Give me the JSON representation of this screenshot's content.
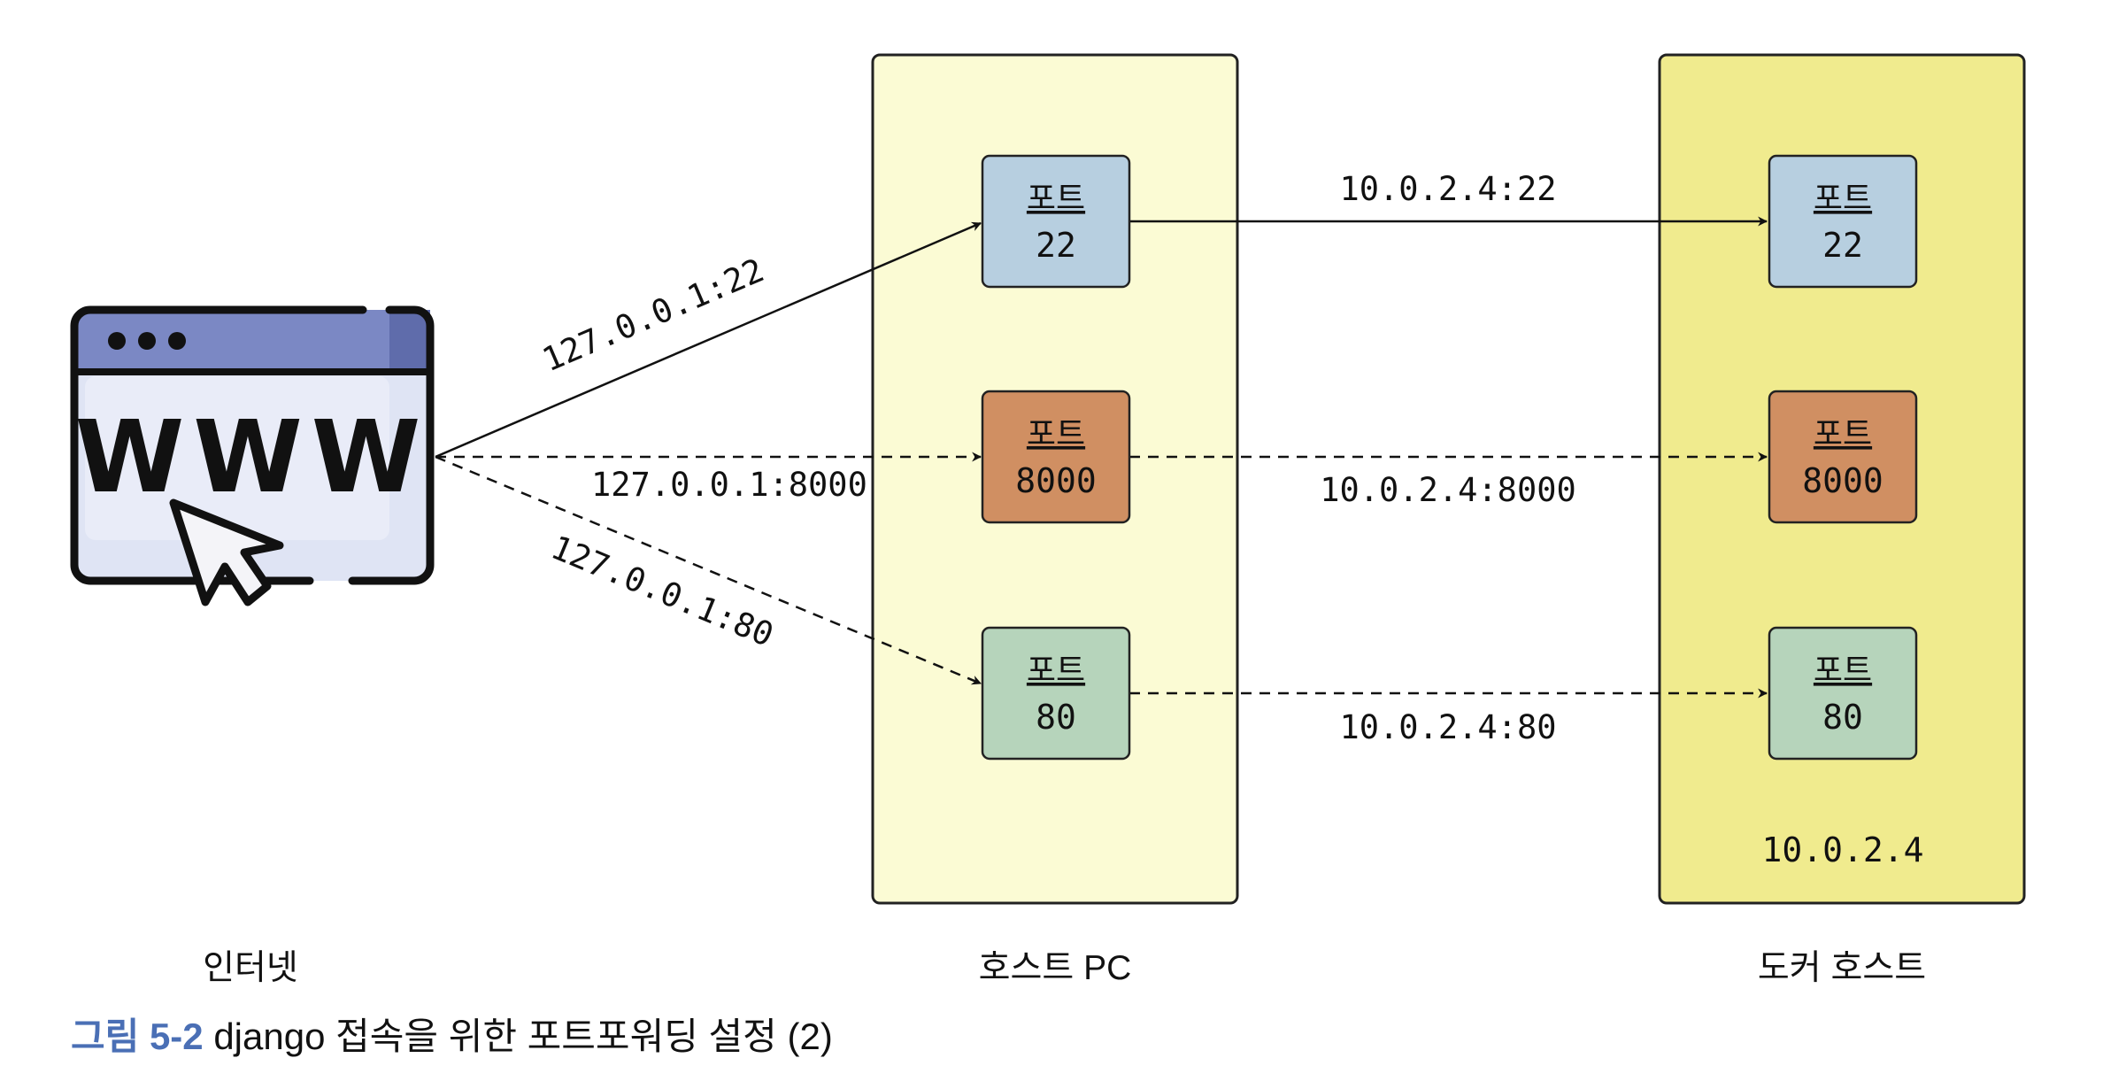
{
  "diagram": {
    "columns": {
      "internet": {
        "label": "인터넷"
      },
      "host_pc": {
        "label": "호스트 PC"
      },
      "docker_host": {
        "label": "도커 호스트",
        "ip": "10.0.2.4"
      }
    },
    "host_ports": [
      {
        "label": "포트",
        "number": "22",
        "color": "#b7cfe0"
      },
      {
        "label": "포트",
        "number": "8000",
        "color": "#d08f62"
      },
      {
        "label": "포트",
        "number": "80",
        "color": "#b6d4bb"
      }
    ],
    "docker_ports": [
      {
        "label": "포트",
        "number": "22",
        "color": "#b7cfe0"
      },
      {
        "label": "포트",
        "number": "8000",
        "color": "#d08f62"
      },
      {
        "label": "포트",
        "number": "80",
        "color": "#b6d4bb"
      }
    ],
    "inbound_links": [
      {
        "label": "127.0.0.1:22",
        "style": "solid"
      },
      {
        "label": "127.0.0.1:8000",
        "style": "dashed"
      },
      {
        "label": "127.0.0.1:80",
        "style": "dashed"
      }
    ],
    "forward_links": [
      {
        "label": "10.0.2.4:22",
        "style": "solid"
      },
      {
        "label": "10.0.2.4:8000",
        "style": "dashed"
      },
      {
        "label": "10.0.2.4:80",
        "style": "dashed"
      }
    ],
    "browser_icon": {
      "icon": "www-browser-cursor-icon",
      "text": "WWW"
    }
  },
  "caption": {
    "figure_number": "그림 5-2",
    "text": " django 접속을 위한 포트포워딩 설정 (2)"
  },
  "colors": {
    "host_pc_bg": "#fbfbd4",
    "docker_host_bg": "#f0eb8e",
    "caption_accent": "#4a6fb5"
  }
}
